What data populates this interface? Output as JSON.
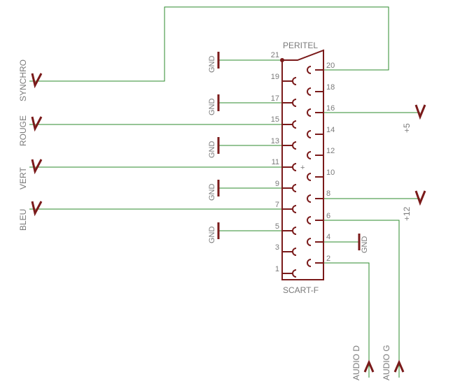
{
  "connector": {
    "title": "PERITEL",
    "part": "SCART-F",
    "plus_mark": "+"
  },
  "pins_left": [
    "21",
    "19",
    "17",
    "15",
    "13",
    "11",
    "9",
    "7",
    "5",
    "3",
    "1"
  ],
  "pins_right": [
    "20",
    "18",
    "16",
    "14",
    "12",
    "10",
    "8",
    "6",
    "4",
    "2"
  ],
  "gnd": "GND",
  "signals": {
    "synchro": "SYNCHRO",
    "rouge": "ROUGE",
    "vert": "VERT",
    "bleu": "BLEU",
    "plus5": "+5",
    "plus12": "+12",
    "audio_d": "AUDIO D",
    "audio_g": "AUDIO G"
  },
  "colors": {
    "wire": "#2e8b2e",
    "part": "#7a1a1a",
    "text": "#7a7a7a"
  }
}
